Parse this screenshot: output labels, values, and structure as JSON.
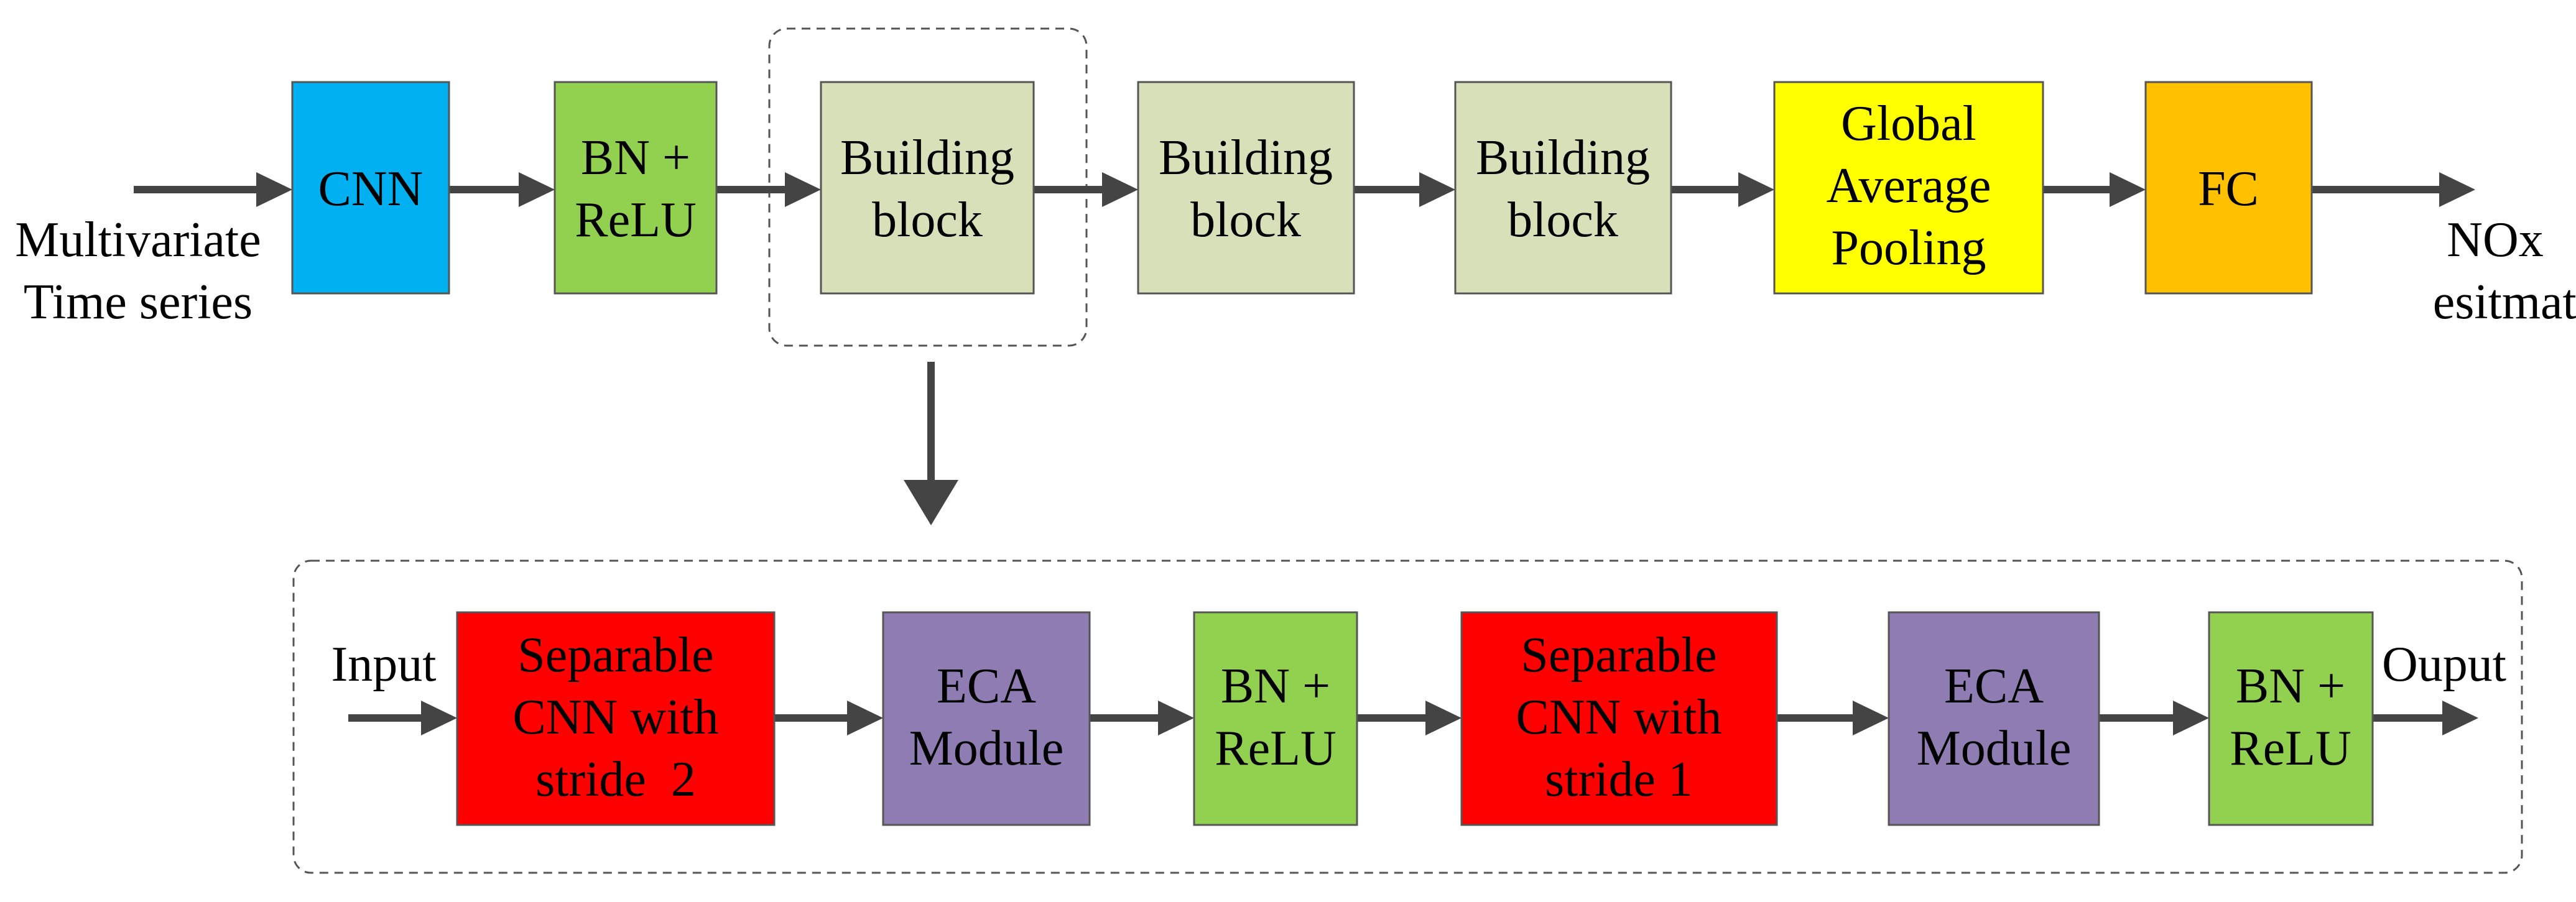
{
  "top_flow": {
    "input_label": [
      "Multivariate",
      "Time series"
    ],
    "output_label": [
      "NOx",
      "esitmate"
    ],
    "blocks": [
      {
        "lines": [
          "CNN"
        ],
        "color": "#00B0F0"
      },
      {
        "lines": [
          "BN +",
          "ReLU"
        ],
        "color": "#92D050"
      },
      {
        "lines": [
          "Building",
          "block"
        ],
        "color": "#D7E0B8"
      },
      {
        "lines": [
          "Building",
          "block"
        ],
        "color": "#D7E0B8"
      },
      {
        "lines": [
          "Building",
          "block"
        ],
        "color": "#D7E0B8"
      },
      {
        "lines": [
          "Global",
          "Average",
          "Pooling"
        ],
        "color": "#FFFF00"
      },
      {
        "lines": [
          "FC"
        ],
        "color": "#FFC000"
      }
    ]
  },
  "detail_flow": {
    "input_label": "Input",
    "output_label": "Ouput",
    "blocks": [
      {
        "lines": [
          "Separable",
          "CNN with",
          "stride  2"
        ],
        "color": "#FF0000"
      },
      {
        "lines": [
          "ECA",
          "Module"
        ],
        "color": "#8E7CB3"
      },
      {
        "lines": [
          "BN +",
          "ReLU"
        ],
        "color": "#92D050"
      },
      {
        "lines": [
          "Separable",
          "CNN with",
          "stride 1"
        ],
        "color": "#FF0000"
      },
      {
        "lines": [
          "ECA",
          "Module"
        ],
        "color": "#8E7CB3"
      },
      {
        "lines": [
          "BN +",
          "ReLU"
        ],
        "color": "#92D050"
      }
    ]
  }
}
